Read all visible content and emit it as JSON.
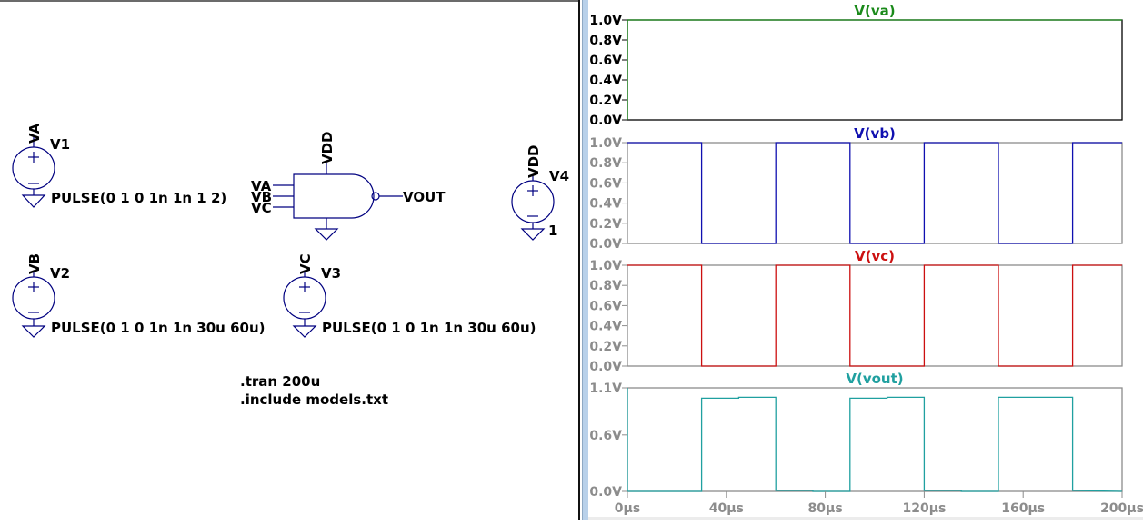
{
  "schematic": {
    "sources": [
      {
        "name": "V1",
        "net": "VA",
        "value": "PULSE(0 1 0 1n 1n 1 2)"
      },
      {
        "name": "V2",
        "net": "VB",
        "value": "PULSE(0 1 0 1n 1n 30u 60u)"
      },
      {
        "name": "V3",
        "net": "VC",
        "value": "PULSE(0 1 0 1n 1n 30u 60u)"
      },
      {
        "name": "V4",
        "net": "VDD",
        "value": "1"
      }
    ],
    "gate": {
      "type": "NAND3",
      "supply": "VDD",
      "inputs": [
        "VA",
        "VB",
        "VC"
      ],
      "output": "VOUT"
    },
    "directives": [
      ".tran 200u",
      ".include models.txt"
    ],
    "colors": {
      "wire": "#000080",
      "text": "#000000"
    }
  },
  "chart_data": [
    {
      "type": "line",
      "title": "V(va)",
      "color": "#1a8a1a",
      "active": true,
      "x": [
        0,
        200
      ],
      "values": [
        1,
        1
      ],
      "xlim": [
        0,
        200
      ],
      "ylim": [
        0,
        1
      ],
      "yticks": [
        "0.0V",
        "0.2V",
        "0.4V",
        "0.6V",
        "0.8V",
        "1.0V"
      ],
      "ytick_values": [
        0,
        0.2,
        0.4,
        0.6,
        0.8,
        1.0
      ]
    },
    {
      "type": "line",
      "title": "V(vb)",
      "color": "#1010b0",
      "active": false,
      "x": [
        0,
        30,
        30,
        60,
        60,
        90,
        90,
        120,
        120,
        150,
        150,
        180,
        180,
        200
      ],
      "values": [
        1,
        1,
        0,
        0,
        1,
        1,
        0,
        0,
        1,
        1,
        0,
        0,
        1,
        1
      ],
      "xlim": [
        0,
        200
      ],
      "ylim": [
        0,
        1
      ],
      "yticks": [
        "0.0V",
        "0.2V",
        "0.4V",
        "0.6V",
        "0.8V",
        "1.0V"
      ],
      "ytick_values": [
        0,
        0.2,
        0.4,
        0.6,
        0.8,
        1.0
      ]
    },
    {
      "type": "line",
      "title": "V(vc)",
      "color": "#cc1010",
      "active": false,
      "x": [
        0,
        30,
        30,
        60,
        60,
        90,
        90,
        120,
        120,
        150,
        150,
        180,
        180,
        200
      ],
      "values": [
        1,
        1,
        0,
        0,
        1,
        1,
        0,
        0,
        1,
        1,
        0,
        0,
        1,
        1
      ],
      "xlim": [
        0,
        200
      ],
      "ylim": [
        0,
        1
      ],
      "yticks": [
        "0.0V",
        "0.2V",
        "0.4V",
        "0.6V",
        "0.8V",
        "1.0V"
      ],
      "ytick_values": [
        0,
        0.2,
        0.4,
        0.6,
        0.8,
        1.0
      ]
    },
    {
      "type": "line",
      "title": "V(vout)",
      "color": "#20a0a0",
      "active": false,
      "x": [
        0,
        0,
        30,
        30,
        45,
        45,
        60,
        60,
        75,
        75,
        90,
        90,
        105,
        105,
        120,
        120,
        135,
        135,
        150,
        150,
        180,
        180,
        200
      ],
      "values": [
        1.1,
        0,
        0,
        0.99,
        0.99,
        1.0,
        1.0,
        0.01,
        0.01,
        0,
        0,
        0.99,
        0.99,
        1.0,
        1.0,
        0.01,
        0.01,
        0,
        0,
        1.0,
        1.0,
        0.01,
        0
      ],
      "xlim": [
        0,
        200
      ],
      "ylim": [
        0,
        1.1
      ],
      "yticks": [
        "0.0V",
        "0.6V",
        "1.1V"
      ],
      "ytick_values": [
        0,
        0.6,
        1.1
      ]
    }
  ],
  "xaxis": {
    "ticks": [
      "0µs",
      "40µs",
      "80µs",
      "120µs",
      "160µs",
      "200µs"
    ],
    "tick_values": [
      0,
      40,
      80,
      120,
      160,
      200
    ]
  },
  "axis_colors": {
    "active": "#000000",
    "inactive": "#8c8c8c"
  }
}
